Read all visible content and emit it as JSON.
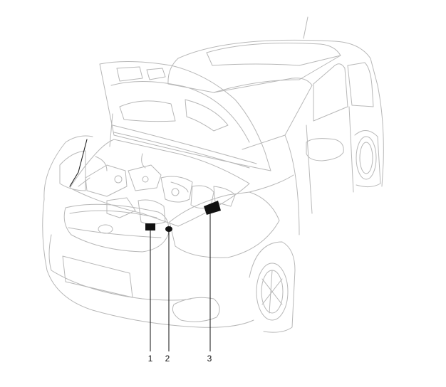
{
  "callouts": [
    {
      "number": "1"
    },
    {
      "number": "2"
    },
    {
      "number": "3"
    }
  ]
}
